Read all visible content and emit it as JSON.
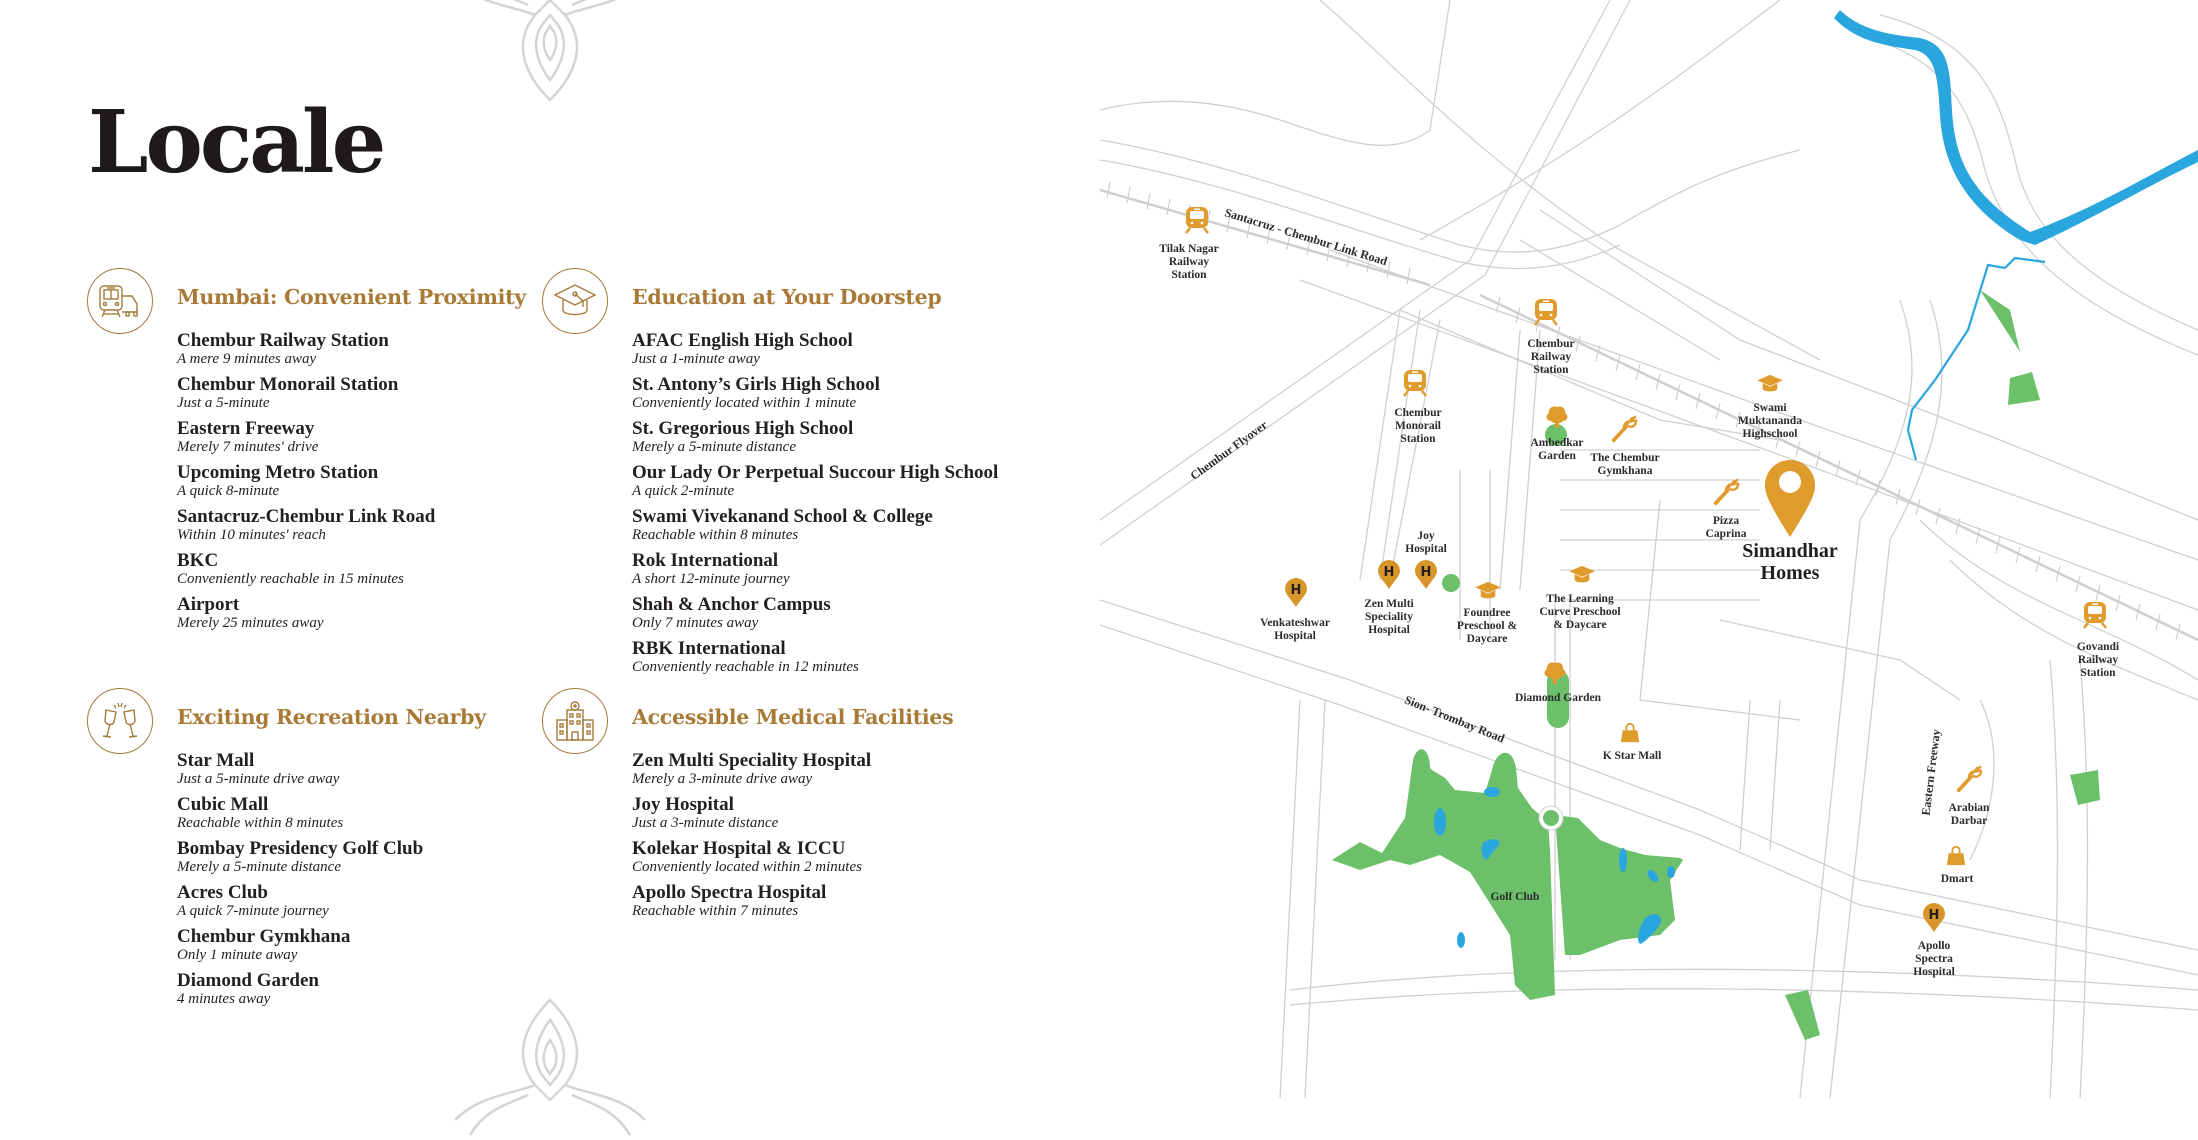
{
  "page": {
    "title": "Locale"
  },
  "colors": {
    "accent_gold": "#a87a36",
    "map_icon": "#e09b2d",
    "park_green": "#6cc06a",
    "water_blue": "#2aa6df",
    "road_line": "#d0d0d0"
  },
  "sections": [
    {
      "id": "mumbai",
      "icon": "train-car-icon",
      "heading": "Mumbai: Convenient Proximity",
      "items": [
        {
          "name": "Chembur Railway Station",
          "desc": "A mere 9 minutes away"
        },
        {
          "name": "Chembur Monorail Station",
          "desc": "Just a 5-minute"
        },
        {
          "name": "Eastern Freeway",
          "desc": "Merely 7 minutes' drive"
        },
        {
          "name": "Upcoming Metro Station",
          "desc": "A quick 8-minute"
        },
        {
          "name": "Santacruz-Chembur Link Road",
          "desc": "Within 10 minutes' reach"
        },
        {
          "name": "BKC",
          "desc": "Conveniently reachable in 15 minutes"
        },
        {
          "name": "Airport",
          "desc": "Merely 25 minutes away"
        }
      ]
    },
    {
      "id": "education",
      "icon": "graduation-cap-icon",
      "heading": "Education at Your Doorstep",
      "items": [
        {
          "name": "AFAC English High School",
          "desc": "Just a 1-minute away"
        },
        {
          "name": "St. Antony’s Girls High School",
          "desc": "Conveniently located within 1 minute"
        },
        {
          "name": "St. Gregorious High School",
          "desc": "Merely a 5-minute distance"
        },
        {
          "name": "Our Lady Or Perpetual Succour High School",
          "desc": "A quick 2-minute"
        },
        {
          "name": "Swami Vivekanand School & College",
          "desc": "Reachable within 8 minutes"
        },
        {
          "name": "Rok International",
          "desc": "A short 12-minute journey"
        },
        {
          "name": "Shah & Anchor Campus",
          "desc": "Only 7 minutes away"
        },
        {
          "name": "RBK International",
          "desc": "Conveniently reachable in 12 minutes"
        }
      ]
    },
    {
      "id": "recreation",
      "icon": "wine-glasses-icon",
      "heading": "Exciting Recreation Nearby",
      "items": [
        {
          "name": "Star Mall",
          "desc": "Just a 5-minute drive away"
        },
        {
          "name": "Cubic Mall",
          "desc": "Reachable within 8 minutes"
        },
        {
          "name": "Bombay Presidency Golf Club",
          "desc": "Merely a 5-minute distance"
        },
        {
          "name": "Acres Club",
          "desc": "A quick 7-minute journey"
        },
        {
          "name": "Chembur Gymkhana",
          "desc": "Only 1 minute away"
        },
        {
          "name": "Diamond Garden",
          "desc": "4 minutes away"
        }
      ]
    },
    {
      "id": "medical",
      "icon": "hospital-building-icon",
      "heading": "Accessible Medical Facilities",
      "items": [
        {
          "name": "Zen Multi Speciality Hospital",
          "desc": "Merely a 3-minute drive away"
        },
        {
          "name": "Joy Hospital",
          "desc": "Just a 3-minute distance"
        },
        {
          "name": "Kolekar Hospital & ICCU",
          "desc": "Conveniently located within 2 minutes"
        },
        {
          "name": "Apollo Spectra Hospital",
          "desc": "Reachable within 7 minutes"
        }
      ]
    }
  ],
  "map": {
    "project": {
      "name_line1": "Simandhar",
      "name_line2": "Homes",
      "icon": "location-pin-icon"
    },
    "roads": {
      "link_road": "Santacruz - Chembur Link Road",
      "flyover": "Chembur Flyover",
      "sion_trombay": "Sion- Trombay Road",
      "eastern_freeway": "Eastern Freeway"
    },
    "landmarks": [
      {
        "key": "tilak",
        "type": "train-icon",
        "lines": [
          "Tilak Nagar",
          "Railway",
          "Station"
        ]
      },
      {
        "key": "chembur_rail",
        "type": "train-icon",
        "lines": [
          "Chembur",
          "Railway",
          "Station"
        ]
      },
      {
        "key": "monorail",
        "type": "train-icon",
        "lines": [
          "Chembur",
          "Monorail",
          "Station"
        ]
      },
      {
        "key": "govandi",
        "type": "train-icon",
        "lines": [
          "Govandi",
          "Railway",
          "Station"
        ]
      },
      {
        "key": "ambedkar",
        "type": "tree-icon",
        "lines": [
          "Ambedkar",
          "Garden"
        ]
      },
      {
        "key": "gymkhana",
        "type": "fork-icon",
        "lines": [
          "The Chembur",
          "Gymkhana"
        ]
      },
      {
        "key": "pizza",
        "type": "fork-icon",
        "lines": [
          "Pizza",
          "Caprina"
        ]
      },
      {
        "key": "swami",
        "type": "graduation-cap-icon",
        "lines": [
          "Swami",
          "Muktananda",
          "Highschool"
        ]
      },
      {
        "key": "joy",
        "type": "hospital-pin-icon",
        "lines": [
          "Joy",
          "Hospital"
        ]
      },
      {
        "key": "zen",
        "type": "hospital-pin-icon",
        "lines": [
          "Zen Multi",
          "Speciality",
          "Hospital"
        ]
      },
      {
        "key": "venkateshwar",
        "type": "hospital-pin-icon",
        "lines": [
          "Venkateshwar",
          "Hospital"
        ]
      },
      {
        "key": "foundree",
        "type": "graduation-cap-icon",
        "lines": [
          "Foundree",
          "Preschool &",
          "Daycare"
        ]
      },
      {
        "key": "learning",
        "type": "graduation-cap-icon",
        "lines": [
          "The Learning",
          "Curve Preschool",
          "& Daycare"
        ]
      },
      {
        "key": "diamond",
        "type": "tree-icon",
        "lines": [
          "Diamond Garden"
        ]
      },
      {
        "key": "kstar",
        "type": "shopping-bag-icon",
        "lines": [
          "K Star Mall"
        ]
      },
      {
        "key": "golf",
        "type": "park",
        "lines": [
          "Golf Club"
        ]
      },
      {
        "key": "arabian",
        "type": "fork-icon",
        "lines": [
          "Arabian",
          "Darbar"
        ]
      },
      {
        "key": "dmart",
        "type": "shopping-bag-icon",
        "lines": [
          "Dmart"
        ]
      },
      {
        "key": "apollo",
        "type": "hospital-pin-icon",
        "lines": [
          "Apollo",
          "Spectra",
          "Hospital"
        ]
      }
    ]
  }
}
